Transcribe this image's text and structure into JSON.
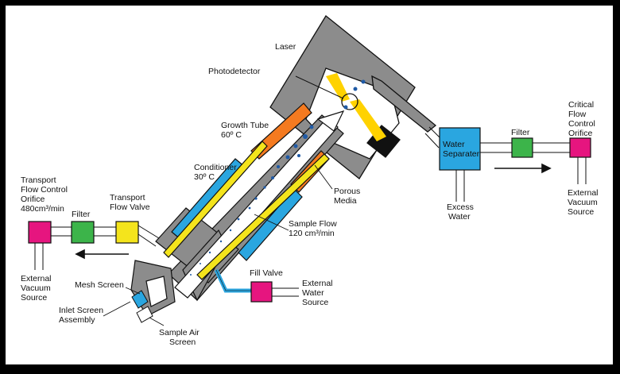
{
  "labels": {
    "laser": "Laser",
    "photodetector": "Photodetector",
    "growth_tube_1": "Growth Tube",
    "growth_tube_2": "60º C",
    "conditioner_1": "Conditioner",
    "conditioner_2": "30º C",
    "porous_1": "Porous",
    "porous_2": "Media",
    "sample_flow_1": "Sample Flow",
    "sample_flow_2": "120 cm³/min",
    "fill_valve": "Fill Valve",
    "ext_water_1": "External",
    "ext_water_2": "Water",
    "ext_water_3": "Source",
    "water_sep_1": "Water",
    "water_sep_2": "Separater",
    "excess_1": "Excess",
    "excess_2": "Water",
    "filter_right": "Filter",
    "critical_1": "Critical",
    "critical_2": "Flow",
    "critical_3": "Control",
    "critical_4": "Orifice",
    "ext_vac_r_1": "External",
    "ext_vac_r_2": "Vacuum",
    "ext_vac_r_3": "Source",
    "transport_orifice_1": "Transport",
    "transport_orifice_2": "Flow Control",
    "transport_orifice_3": "Orifice",
    "transport_orifice_4": "480cm³/min",
    "filter_left": "Filter",
    "transport_valve_1": "Transport",
    "transport_valve_2": "Flow Valve",
    "ext_vac_l_1": "External",
    "ext_vac_l_2": "Vacuum",
    "ext_vac_l_3": "Source",
    "mesh_screen": "Mesh Screen",
    "inlet_1": "Inlet Screen",
    "inlet_2": "Assembly",
    "sample_air_1": "Sample Air",
    "sample_air_2": "Screen"
  },
  "colors": {
    "background": "#000000",
    "panel": "#ffffff",
    "housing": "#8c8c8c",
    "conditioner": "#2aa6e0",
    "growth_tube": "#f47a20",
    "wick": "#f4e41c",
    "laser_beam": "#ffd200",
    "water_separator": "#2aa6e0",
    "filter": "#3cb44a",
    "orifice": "#e6157f",
    "valve": "#f4e41c",
    "droplet": "#1f5aa6",
    "pipe": "#2aa6e0"
  }
}
